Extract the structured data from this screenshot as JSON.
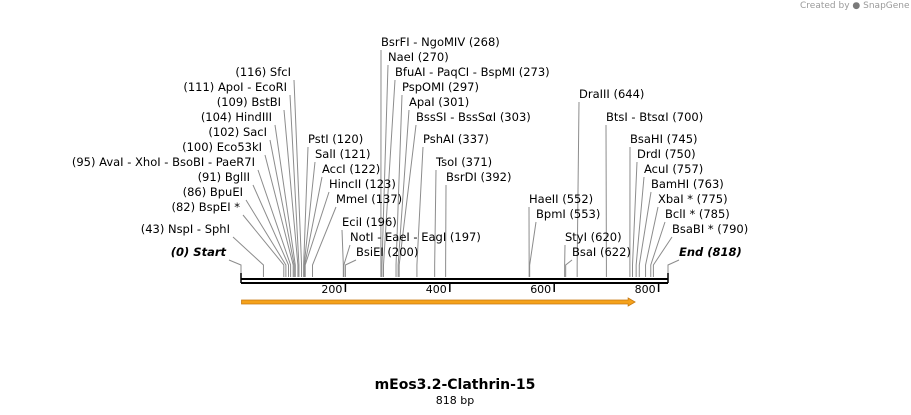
{
  "watermark": {
    "prefix": "Created by",
    "brand": "SnapGene"
  },
  "map": {
    "title": "mEos3.2-Clathrin-15",
    "length_label": "818 bp",
    "length_bp": 818,
    "colors": {
      "backbone": "#000000",
      "leader": "#8c8c8c",
      "feature": "#f5a21b",
      "feature_outline": "#c97a10"
    },
    "axis_ticks": [
      {
        "pos": 200,
        "label": "200"
      },
      {
        "pos": 400,
        "label": "400"
      },
      {
        "pos": 600,
        "label": "600"
      },
      {
        "pos": 800,
        "label": "800"
      }
    ],
    "feature": {
      "start": 1,
      "end": 755,
      "direction": "forward"
    },
    "sites": [
      {
        "name": "Start",
        "pos": 0,
        "pos_label": "(0)",
        "italic": true,
        "lbl": "(0)  Start"
      },
      {
        "name": "NspI - SphI",
        "pos": 43,
        "pos_label": "(43)",
        "lbl": "(43)  NspI - SphI"
      },
      {
        "name": "BspEI*",
        "pos": 82,
        "pos_label": "(82)",
        "lbl": "(82)  BspEI *"
      },
      {
        "name": "BpuEI",
        "pos": 86,
        "pos_label": "(86)",
        "lbl": "(86)  BpuEI"
      },
      {
        "name": "BglII",
        "pos": 91,
        "pos_label": "(91)",
        "lbl": "(91)  BglII"
      },
      {
        "name": "AvaI - XhoI - BsoBI - PaeR7I",
        "pos": 95,
        "pos_label": "(95)",
        "lbl": "(95)  AvaI - XhoI - BsoBI - PaeR7I"
      },
      {
        "name": "Eco53kI",
        "pos": 100,
        "pos_label": "(100)",
        "lbl": "(100)  Eco53kI"
      },
      {
        "name": "SacI",
        "pos": 102,
        "pos_label": "(102)",
        "lbl": "(102)  SacI"
      },
      {
        "name": "HindIII",
        "pos": 104,
        "pos_label": "(104)",
        "lbl": "(104)  HindIII"
      },
      {
        "name": "BstBI",
        "pos": 109,
        "pos_label": "(109)",
        "lbl": "(109)  BstBI"
      },
      {
        "name": "ApoI - EcoRI",
        "pos": 111,
        "pos_label": "(111)",
        "lbl": "(111)  ApoI - EcoRI"
      },
      {
        "name": "SfcI",
        "pos": 116,
        "pos_label": "(116)",
        "lbl": "(116)  SfcI"
      },
      {
        "name": "PstI",
        "pos": 120,
        "pos_label": "(120)",
        "lbl": "PstI  (120)"
      },
      {
        "name": "SalI",
        "pos": 121,
        "pos_label": "(121)",
        "lbl": "SalI  (121)"
      },
      {
        "name": "AccI",
        "pos": 122,
        "pos_label": "(122)",
        "lbl": "AccI  (122)"
      },
      {
        "name": "HincII",
        "pos": 123,
        "pos_label": "(123)",
        "lbl": "HincII  (123)"
      },
      {
        "name": "MmeI",
        "pos": 137,
        "pos_label": "(137)",
        "lbl": "MmeI  (137)"
      },
      {
        "name": "EciI",
        "pos": 196,
        "pos_label": "(196)",
        "lbl": "EciI  (196)"
      },
      {
        "name": "NotI - EaeI - EagI",
        "pos": 197,
        "pos_label": "(197)",
        "lbl": "NotI - EaeI - EagI  (197)"
      },
      {
        "name": "BsiEI",
        "pos": 200,
        "pos_label": "(200)",
        "lbl": "BsiEI  (200)"
      },
      {
        "name": "BsrFI - NgoMIV",
        "pos": 268,
        "pos_label": "(268)",
        "lbl": "BsrFI - NgoMIV  (268)"
      },
      {
        "name": "NaeI",
        "pos": 270,
        "pos_label": "(270)",
        "lbl": "NaeI  (270)"
      },
      {
        "name": "BfuAI - PaqCI - BspMI",
        "pos": 273,
        "pos_label": "(273)",
        "lbl": "BfuAI - PaqCI - BspMI  (273)"
      },
      {
        "name": "PspOMI",
        "pos": 297,
        "pos_label": "(297)",
        "lbl": "PspOMI  (297)"
      },
      {
        "name": "ApaI",
        "pos": 301,
        "pos_label": "(301)",
        "lbl": "ApaI  (301)"
      },
      {
        "name": "BssSI - BssSaI",
        "pos": 303,
        "pos_label": "(303)",
        "lbl": "BssSI - BssSαI  (303)"
      },
      {
        "name": "PshAI",
        "pos": 337,
        "pos_label": "(337)",
        "lbl": "PshAI  (337)"
      },
      {
        "name": "TsoI",
        "pos": 371,
        "pos_label": "(371)",
        "lbl": "TsoI  (371)"
      },
      {
        "name": "BsrDI",
        "pos": 392,
        "pos_label": "(392)",
        "lbl": "BsrDI  (392)"
      },
      {
        "name": "HaeII",
        "pos": 552,
        "pos_label": "(552)",
        "lbl": "HaeII  (552)"
      },
      {
        "name": "BpmI",
        "pos": 553,
        "pos_label": "(553)",
        "lbl": "BpmI  (553)"
      },
      {
        "name": "StyI",
        "pos": 620,
        "pos_label": "(620)",
        "lbl": "StyI  (620)"
      },
      {
        "name": "BsaI",
        "pos": 622,
        "pos_label": "(622)",
        "lbl": "BsaI  (622)"
      },
      {
        "name": "DraIII",
        "pos": 644,
        "pos_label": "(644)",
        "lbl": "DraIII  (644)"
      },
      {
        "name": "BtsI - BtsaI",
        "pos": 700,
        "pos_label": "(700)",
        "lbl": "BtsI - BtsαI  (700)"
      },
      {
        "name": "BsaHI",
        "pos": 745,
        "pos_label": "(745)",
        "lbl": "BsaHI  (745)"
      },
      {
        "name": "DrdI",
        "pos": 750,
        "pos_label": "(750)",
        "lbl": "DrdI  (750)"
      },
      {
        "name": "AcuI",
        "pos": 757,
        "pos_label": "(757)",
        "lbl": "AcuI  (757)"
      },
      {
        "name": "BamHI",
        "pos": 763,
        "pos_label": "(763)",
        "lbl": "BamHI  (763)"
      },
      {
        "name": "XbaI*",
        "pos": 775,
        "pos_label": "(775)",
        "lbl": "XbaI *  (775)"
      },
      {
        "name": "BclI*",
        "pos": 785,
        "pos_label": "(785)",
        "lbl": "BclI *  (785)"
      },
      {
        "name": "BsaBI*",
        "pos": 790,
        "pos_label": "(790)",
        "lbl": "BsaBI *  (790)"
      },
      {
        "name": "End",
        "pos": 818,
        "pos_label": "(818)",
        "italic": true,
        "lbl": "End  (818)"
      }
    ]
  }
}
